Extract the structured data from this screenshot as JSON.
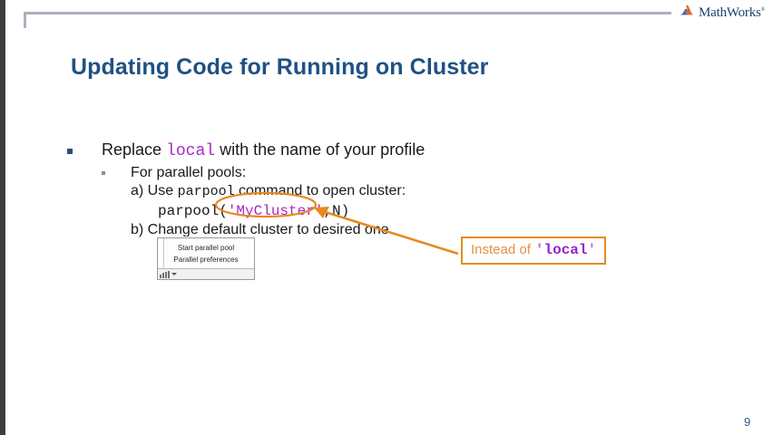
{
  "branding": {
    "logo_text": "MathWorks",
    "logo_tm": "®",
    "logo_icon": "mathworks-membrane-icon"
  },
  "slide": {
    "title": "Updating Code for Running on Cluster",
    "page_number": "9"
  },
  "bullets": {
    "level1": {
      "text_before": "Replace",
      "code": "local",
      "text_after": "with the name of your profile"
    },
    "level2": {
      "heading": "For parallel pools:",
      "item_a_prefix": "a) Use",
      "item_a_code": "parpool",
      "item_a_suffix": "command to open cluster:",
      "code_line": {
        "func": "parpool(",
        "arg": "'MyCluster'",
        "tail": ",N)"
      },
      "item_b": "b) Change default cluster to desired one"
    }
  },
  "mini_screenshot": {
    "menu_items": [
      "Start parallel pool",
      "Parallel preferences"
    ],
    "status_icon": "parallel-pool-bars-icon",
    "caret_icon": "chevron-up-icon"
  },
  "annotations": {
    "callout_label": "Instead of",
    "callout_quote_open": "'",
    "callout_code": "local",
    "callout_quote_close": "'",
    "circle_target": "'MyCluster'",
    "arrow": "callout-to-mycluster-arrow"
  },
  "colors": {
    "title_blue": "#1f5184",
    "accent_orange": "#e78a20",
    "code_purple": "#aa27c4",
    "bullet_blue": "#2b4f7c",
    "rule_gray": "#a9b0bd"
  }
}
